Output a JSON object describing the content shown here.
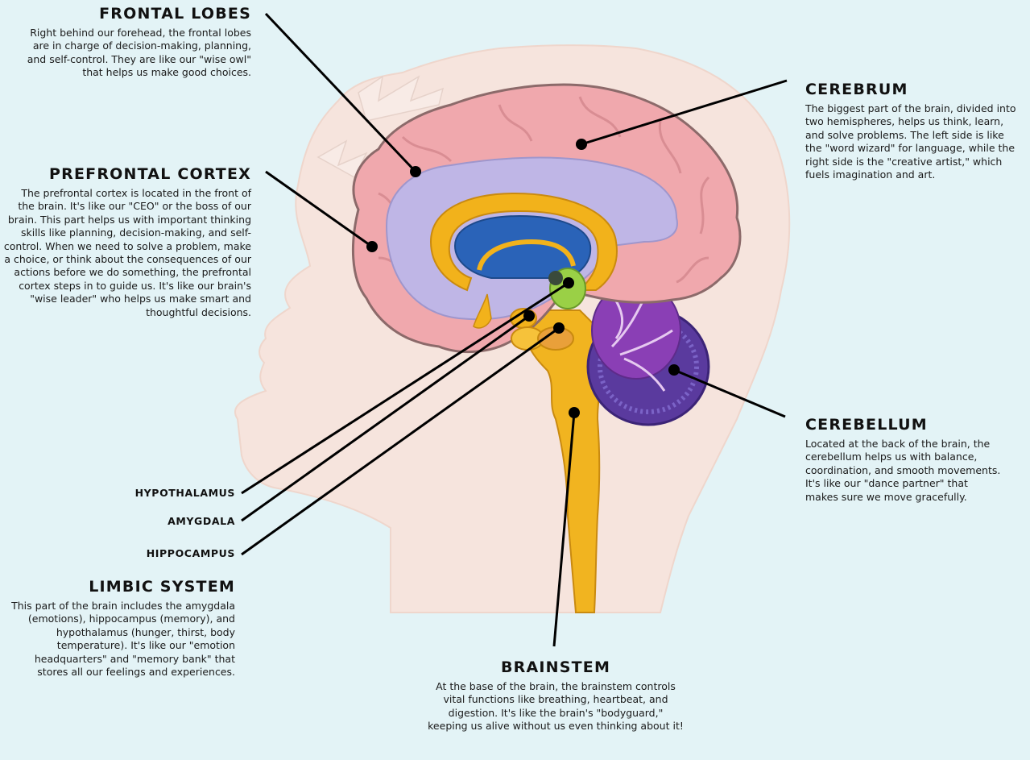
{
  "labels": {
    "frontal_lobes": {
      "title": "FRONTAL LOBES",
      "desc": "Right behind our forehead, the frontal lobes are in charge of decision-making, planning, and self-control. They are like our \"wise owl\" that helps us make good choices."
    },
    "prefrontal_cortex": {
      "title": "PREFRONTAL CORTEX",
      "desc": "The prefrontal cortex is located in the front of the brain. It's like our \"CEO\" or the boss of our brain. This part helps us with important thinking skills like planning, decision-making, and self-control. When we need to solve a problem, make a choice, or think about the consequences of our actions before we do something, the prefrontal cortex steps in to guide us. It's like our brain's \"wise leader\" who helps us make smart and thoughtful decisions."
    },
    "cerebrum": {
      "title": "CEREBRUM",
      "desc": "The biggest part of the brain, divided into two hemispheres, helps us think, learn, and solve problems. The left side is like the \"word wizard\" for language, while the right side is the \"creative artist,\" which fuels imagination and art."
    },
    "cerebellum": {
      "title": "CEREBELLUM",
      "desc": "Located at the back of the brain, the cerebellum helps us with balance, coordination, and smooth movements. It's like our \"dance partner\" that makes sure we move gracefully."
    },
    "hypothalamus": {
      "title": "HYPOTHALAMUS"
    },
    "amygdala": {
      "title": "AMYGDALA"
    },
    "hippocampus": {
      "title": "HIPPOCAMPUS"
    },
    "limbic_system": {
      "title": "LIMBIC SYSTEM",
      "desc": "This part of the brain includes the amygdala (emotions), hippocampus (memory), and hypothalamus (hunger, thirst, body temperature). It's like our \"emotion headquarters\" and \"memory bank\" that stores all our feelings and experiences."
    },
    "brainstem": {
      "title": "BRAINSTEM",
      "desc": "At the base of the brain, the brainstem controls vital functions like breathing, heartbeat, and digestion. It's like the brain's \"bodyguard,\" keeping us alive without us even thinking about it!"
    }
  },
  "colors": {
    "background": "#e3f3f6",
    "head_skin": "#f6e4dd",
    "cortex": "#f0a8ad",
    "white_matter": "#bfb6e6",
    "corpus_callosum": "#f2b21b",
    "ventricle": "#2a63b8",
    "cerebellum": "#7c3fb0",
    "brainstem": "#f1b420",
    "pointer": "#000000"
  }
}
